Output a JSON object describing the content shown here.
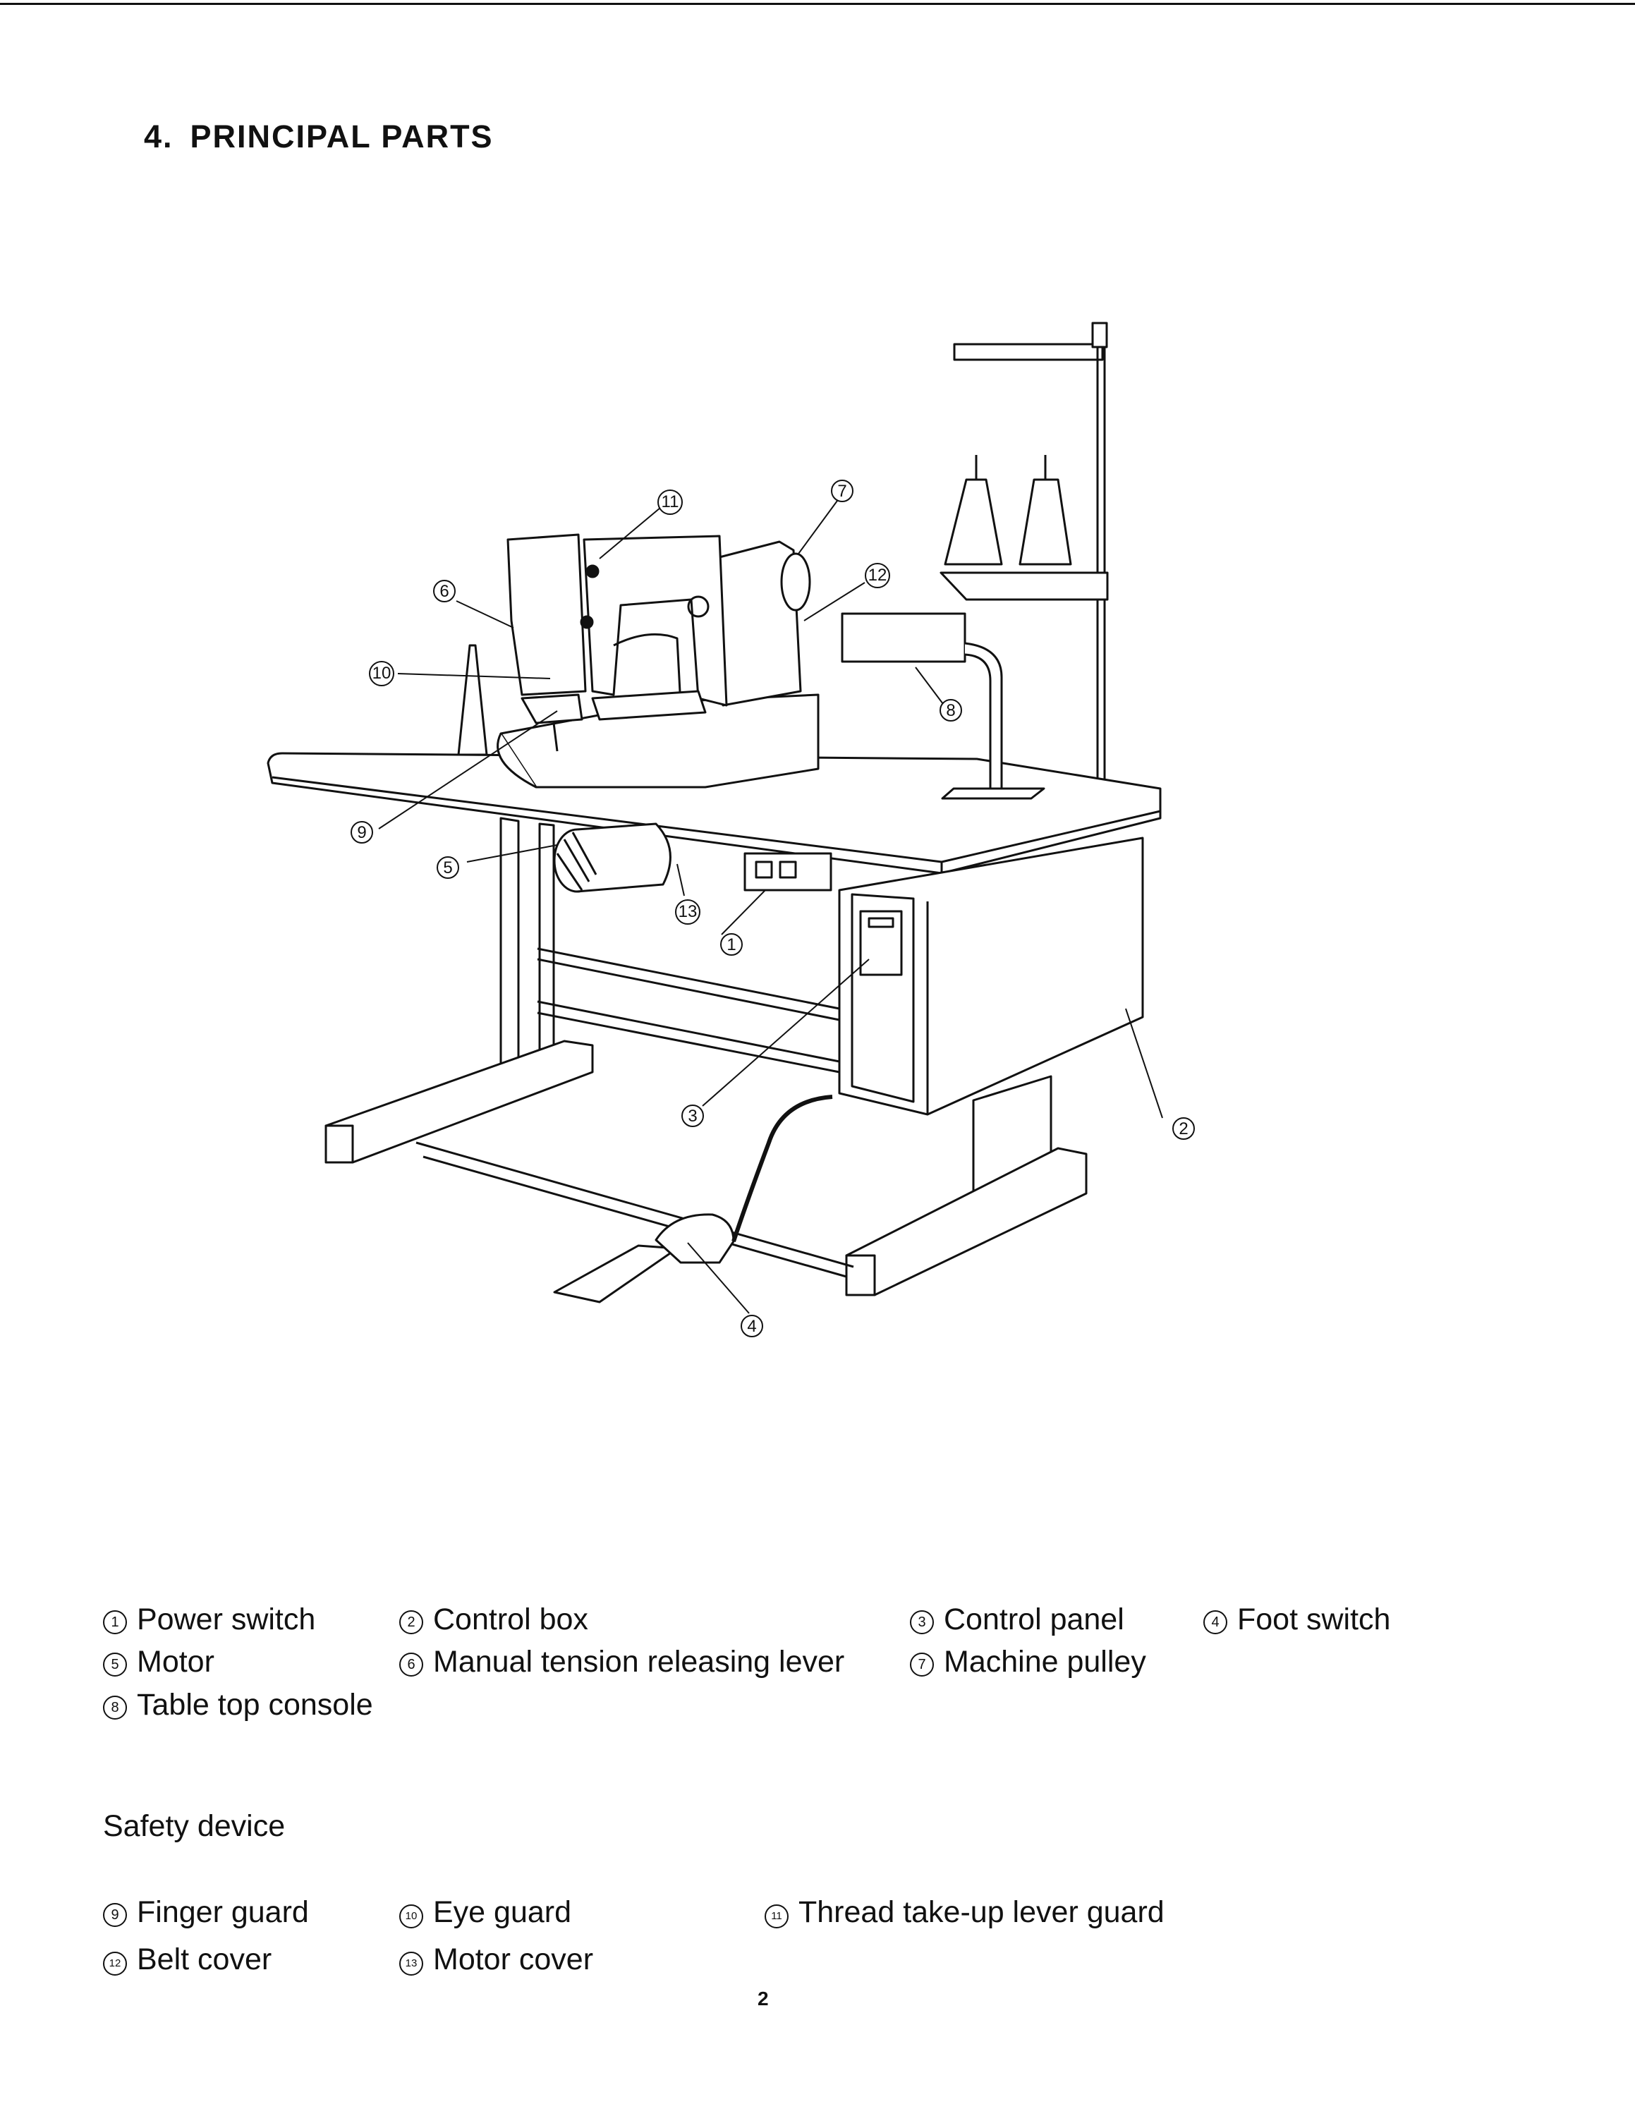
{
  "section_number": "4.",
  "title": "PRINCIPAL PARTS",
  "parts": [
    {
      "num": "1",
      "label": "Power switch"
    },
    {
      "num": "2",
      "label": "Control box"
    },
    {
      "num": "3",
      "label": "Control panel"
    },
    {
      "num": "4",
      "label": "Foot switch"
    },
    {
      "num": "5",
      "label": "Motor"
    },
    {
      "num": "6",
      "label": "Manual tension releasing lever"
    },
    {
      "num": "7",
      "label": "Machine pulley"
    },
    {
      "num": "8",
      "label": "Table top console"
    }
  ],
  "safety_heading": "Safety device",
  "safety_parts": [
    {
      "num": "9",
      "label": "Finger guard"
    },
    {
      "num": "10",
      "label": "Eye guard"
    },
    {
      "num": "11",
      "label": "Thread take-up lever guard"
    },
    {
      "num": "12",
      "label": "Belt cover"
    },
    {
      "num": "13",
      "label": "Motor cover"
    }
  ],
  "page_number": "2"
}
